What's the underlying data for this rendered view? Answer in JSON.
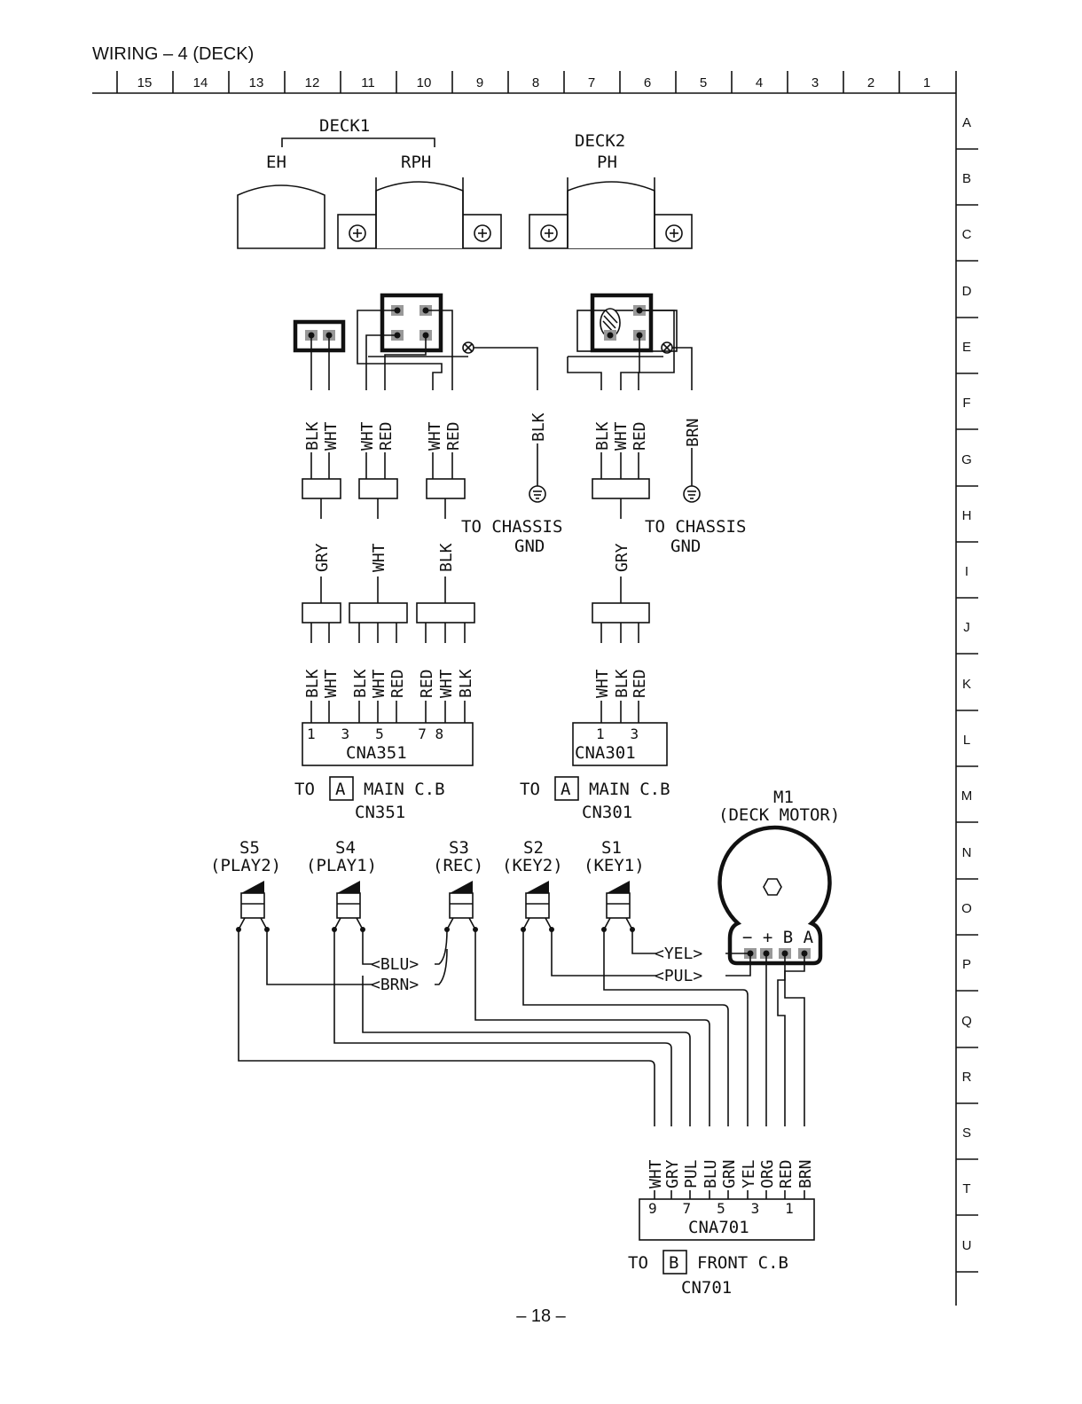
{
  "header": {
    "title": "WIRING – 4  (DECK)",
    "page_number": "– 18 –"
  },
  "grid": {
    "columns": [
      "15",
      "14",
      "13",
      "12",
      "11",
      "10",
      "9",
      "8",
      "7",
      "6",
      "5",
      "4",
      "3",
      "2",
      "1"
    ],
    "rows": [
      "A",
      "B",
      "C",
      "D",
      "E",
      "F",
      "G",
      "H",
      "I",
      "J",
      "K",
      "L",
      "M",
      "N",
      "O",
      "P",
      "Q",
      "R",
      "S",
      "T",
      "U"
    ]
  },
  "deck1": {
    "label": "DECK1",
    "eh": "EH",
    "rph": "RPH"
  },
  "deck2": {
    "label": "DECK2",
    "ph": "PH"
  },
  "wires_top": {
    "w1": "BLK",
    "w2": "WHT",
    "w3": "WHT",
    "w4": "RED",
    "w5": "WHT",
    "w6": "RED",
    "w7": "BLK",
    "w8": "BLK",
    "w9": "WHT",
    "w10": "RED",
    "w11": "BRN"
  },
  "wires_mid": {
    "m1": "GRY",
    "m2": "WHT",
    "m3": "BLK",
    "m4": "GRY"
  },
  "chassis": {
    "a1": "TO CHASSIS",
    "a2": "GND",
    "b1": "TO CHASSIS",
    "b2": "GND"
  },
  "wires_low": {
    "l1": "BLK",
    "l2": "WHT",
    "l3": "BLK",
    "l4": "WHT",
    "l5": "RED",
    "l6": "RED",
    "l7": "WHT",
    "l8": "BLK",
    "l9": "WHT",
    "l10": "BLK",
    "l11": "RED"
  },
  "cna351": {
    "name": "CNA351",
    "pins": "1   3   5    7 8",
    "to": "TO",
    "board": "A",
    "dest": "MAIN C.B",
    "cn": "CN351"
  },
  "cna301": {
    "name": "CNA301",
    "pins": "1   3",
    "to": "TO",
    "board": "A",
    "dest": "MAIN C.B",
    "cn": "CN301"
  },
  "motor": {
    "name": "M1",
    "desc": "(DECK MOTOR)",
    "terminals": "− + B A"
  },
  "switches": [
    {
      "name": "S5",
      "desc": "(PLAY2)"
    },
    {
      "name": "S4",
      "desc": "(PLAY1)"
    },
    {
      "name": "S3",
      "desc": "(REC)"
    },
    {
      "name": "S2",
      "desc": "(KEY2)"
    },
    {
      "name": "S1",
      "desc": "(KEY1)"
    }
  ],
  "switch_wires": {
    "blu": "<BLU>",
    "brn": "<BRN>",
    "yel": "<YEL>",
    "pul": "<PUL>"
  },
  "bottom_wires": [
    "WHT",
    "GRY",
    "PUL",
    "BLU",
    "GRN",
    "YEL",
    "ORG",
    "RED",
    "BRN"
  ],
  "cna701": {
    "name": "CNA701",
    "pins": "9   7   5   3   1",
    "to": "TO",
    "board": "B",
    "dest": "FRONT C.B",
    "cn": "CN701"
  }
}
